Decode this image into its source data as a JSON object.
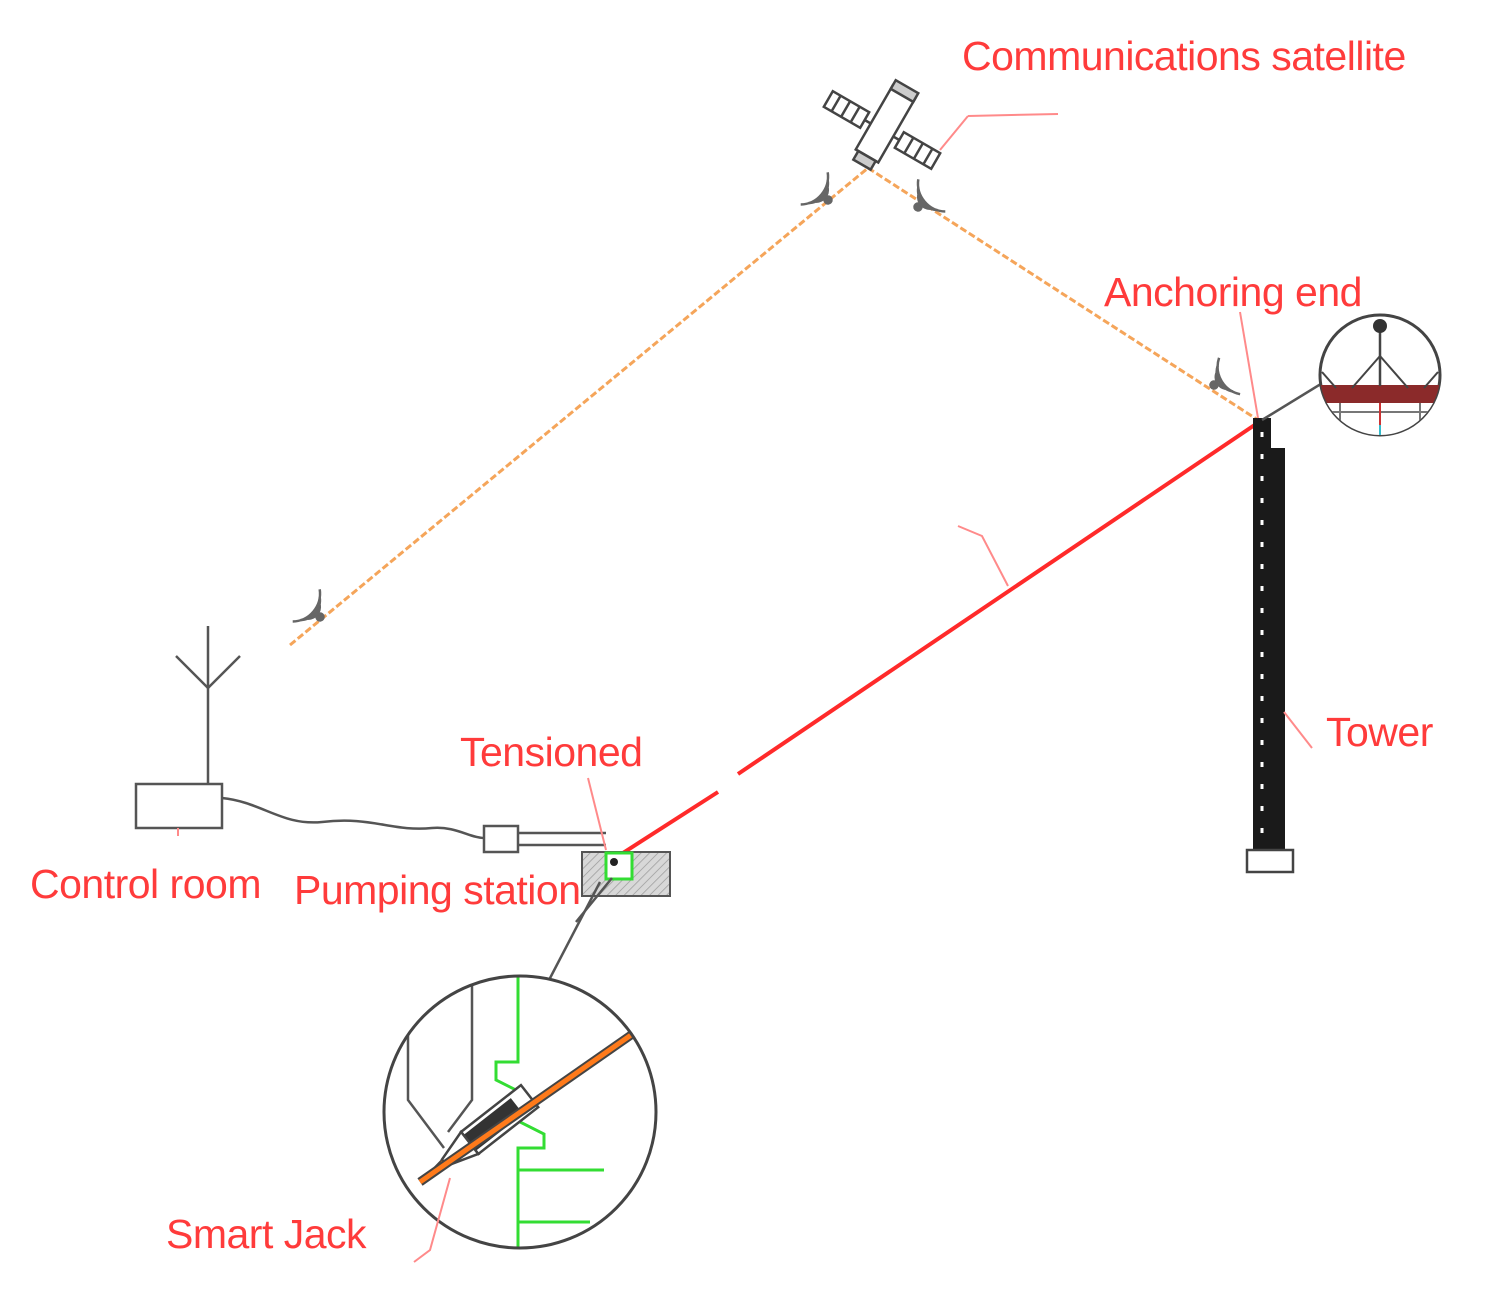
{
  "labels": {
    "satellite": "Communications satellite",
    "anchoring_end": "Anchoring end",
    "tower": "Tower",
    "tensioned": "Tensioned",
    "control_room": "Control room",
    "pumping_station": "Pumping station",
    "smart_jack": "Smart Jack"
  },
  "colors": {
    "label": "#ff3b3b",
    "signal_link": "#f5a55a",
    "cable": "#ff2a2a",
    "outline": "#444444",
    "tower": "#1a1a1a",
    "jack_detail": "#33dd33",
    "strand": "#ff7a1a"
  },
  "icons": [
    "satellite-icon",
    "antenna-icon",
    "signal-wave-icon",
    "tower-icon",
    "pumping-station-icon"
  ]
}
